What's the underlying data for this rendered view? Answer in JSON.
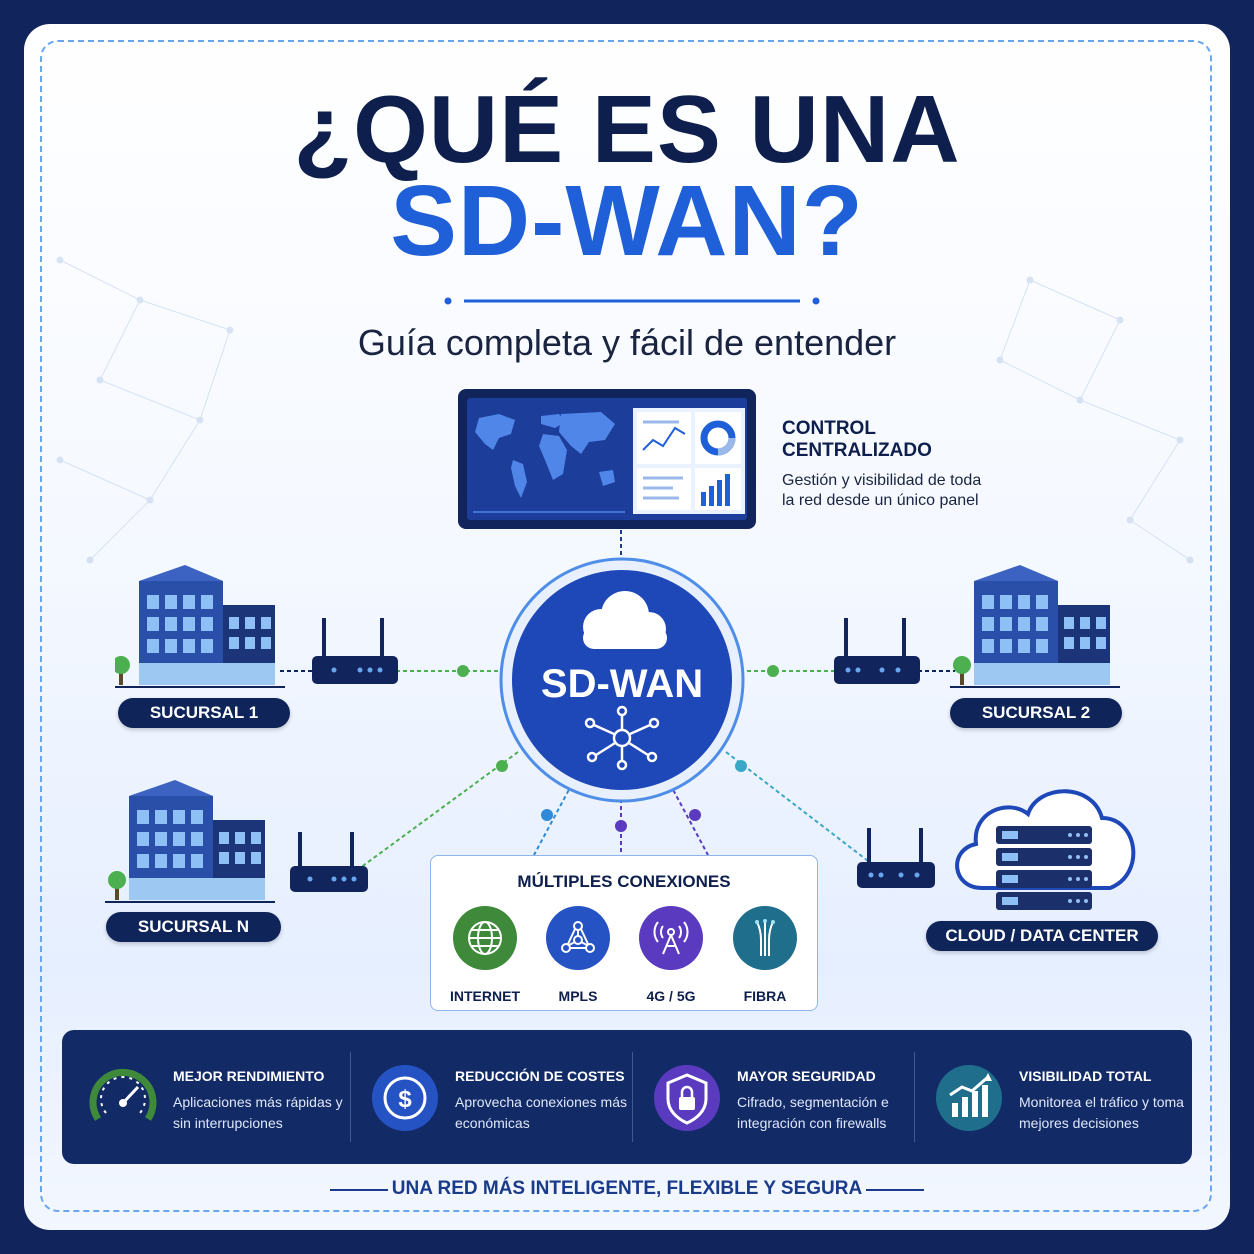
{
  "title": {
    "line1": "¿QUÉ ES UNA",
    "line2": "SD-WAN?"
  },
  "subtitle": "Guía completa y fácil de entender",
  "control": {
    "title": "CONTROL CENTRALIZADO",
    "description": "Gestión y visibilidad de toda la red desde un único panel"
  },
  "hub_label": "SD-WAN",
  "sites": {
    "branch1": "SUCURSAL 1",
    "branch2": "SUCURSAL 2",
    "branchN": "SUCURSAL N",
    "cloud": "CLOUD / DATA CENTER"
  },
  "connections": {
    "title": "MÚLTIPLES CONEXIONES",
    "items": [
      {
        "label": "INTERNET",
        "icon": "globe-icon",
        "color": "#3f8a3a"
      },
      {
        "label": "MPLS",
        "icon": "mpls-network-icon",
        "color": "#2553c4"
      },
      {
        "label": "4G / 5G",
        "icon": "cell-tower-icon",
        "color": "#5a3bc0"
      },
      {
        "label": "FIBRA",
        "icon": "fiber-optic-icon",
        "color": "#1f6e8c"
      }
    ]
  },
  "benefits": [
    {
      "title": "MEJOR RENDIMIENTO",
      "description": "Aplicaciones más rápidas y sin interrupciones",
      "icon": "speedometer-icon",
      "color": "#3f8a3a"
    },
    {
      "title": "REDUCCIÓN DE COSTES",
      "description": "Aprovecha conexiones más económicas",
      "icon": "dollar-icon",
      "color": "#2553c4"
    },
    {
      "title": "MAYOR SEGURIDAD",
      "description": "Cifrado, segmentación e integración con firewalls",
      "icon": "shield-lock-icon",
      "color": "#5a3bc0"
    },
    {
      "title": "VISIBILIDAD TOTAL",
      "description": "Monitorea el tráfico y toma mejores decisiones",
      "icon": "growth-chart-icon",
      "color": "#1f6e8c"
    }
  ],
  "footer": "UNA RED MÁS INTELIGENTE, FLEXIBLE Y SEGURA",
  "colors": {
    "navy": "#0f2458",
    "blue": "#1f5fd8",
    "green": "#4caf50",
    "teal": "#3aa7c4",
    "purple": "#5a3bc0"
  }
}
